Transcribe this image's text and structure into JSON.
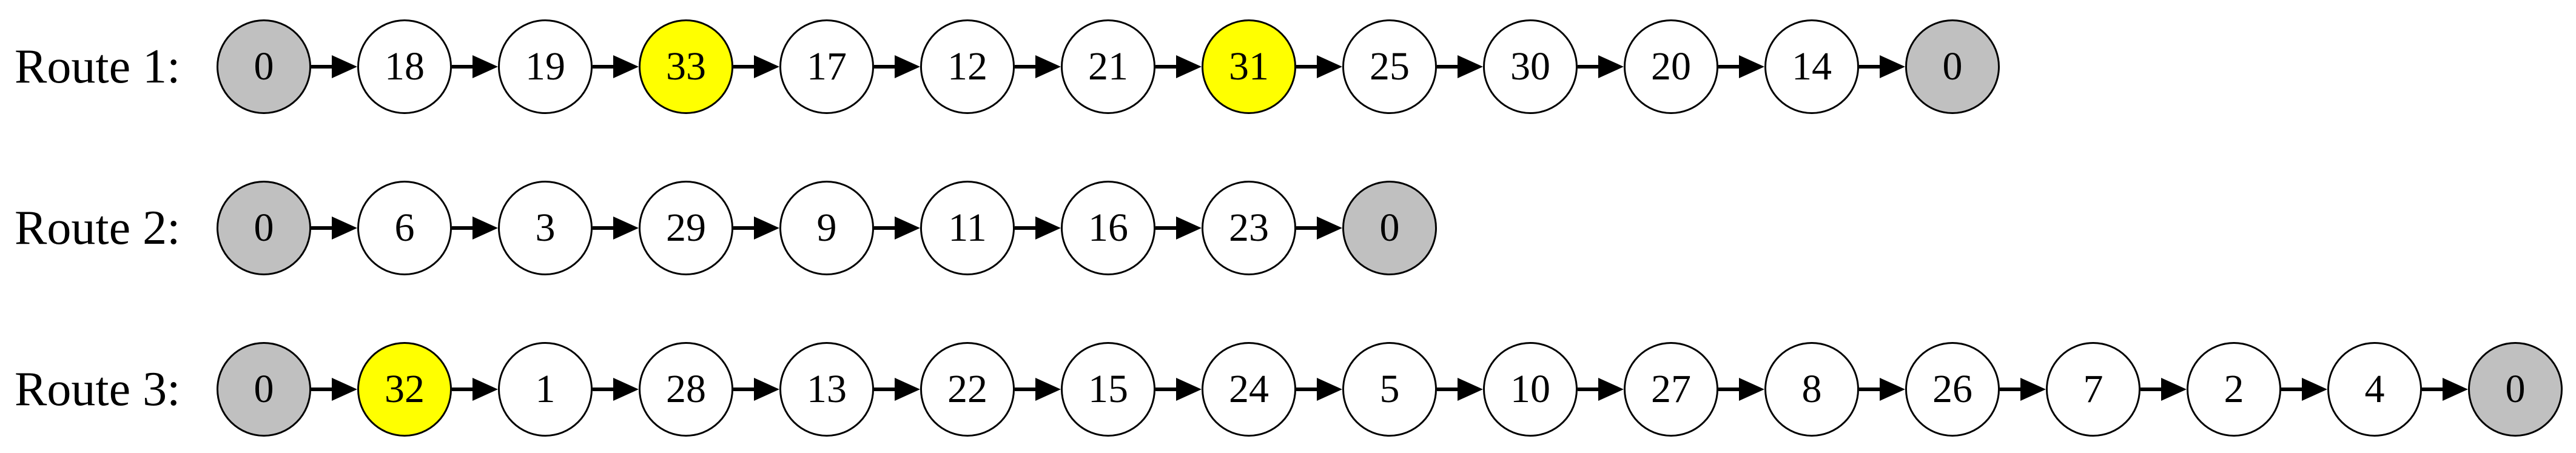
{
  "colors": {
    "background": "#ffffff",
    "stroke": "#000000",
    "depot": "#c0c0c0",
    "highlight": "#ffff00",
    "plain": "#ffffff"
  },
  "routes": [
    {
      "label": "Route 1:",
      "nodes": [
        {
          "v": "0",
          "fill": "depot"
        },
        {
          "v": "18",
          "fill": "plain"
        },
        {
          "v": "19",
          "fill": "plain"
        },
        {
          "v": "33",
          "fill": "highlight"
        },
        {
          "v": "17",
          "fill": "plain"
        },
        {
          "v": "12",
          "fill": "plain"
        },
        {
          "v": "21",
          "fill": "plain"
        },
        {
          "v": "31",
          "fill": "highlight"
        },
        {
          "v": "25",
          "fill": "plain"
        },
        {
          "v": "30",
          "fill": "plain"
        },
        {
          "v": "20",
          "fill": "plain"
        },
        {
          "v": "14",
          "fill": "plain"
        },
        {
          "v": "0",
          "fill": "depot"
        }
      ]
    },
    {
      "label": "Route 2:",
      "nodes": [
        {
          "v": "0",
          "fill": "depot"
        },
        {
          "v": "6",
          "fill": "plain"
        },
        {
          "v": "3",
          "fill": "plain"
        },
        {
          "v": "29",
          "fill": "plain"
        },
        {
          "v": "9",
          "fill": "plain"
        },
        {
          "v": "11",
          "fill": "plain"
        },
        {
          "v": "16",
          "fill": "plain"
        },
        {
          "v": "23",
          "fill": "plain"
        },
        {
          "v": "0",
          "fill": "depot"
        }
      ]
    },
    {
      "label": "Route 3:",
      "nodes": [
        {
          "v": "0",
          "fill": "depot"
        },
        {
          "v": "32",
          "fill": "highlight"
        },
        {
          "v": "1",
          "fill": "plain"
        },
        {
          "v": "28",
          "fill": "plain"
        },
        {
          "v": "13",
          "fill": "plain"
        },
        {
          "v": "22",
          "fill": "plain"
        },
        {
          "v": "15",
          "fill": "plain"
        },
        {
          "v": "24",
          "fill": "plain"
        },
        {
          "v": "5",
          "fill": "plain"
        },
        {
          "v": "10",
          "fill": "plain"
        },
        {
          "v": "27",
          "fill": "plain"
        },
        {
          "v": "8",
          "fill": "plain"
        },
        {
          "v": "26",
          "fill": "plain"
        },
        {
          "v": "7",
          "fill": "plain"
        },
        {
          "v": "2",
          "fill": "plain"
        },
        {
          "v": "4",
          "fill": "plain"
        },
        {
          "v": "0",
          "fill": "depot"
        }
      ]
    }
  ],
  "layout_row_tops": [
    32,
    298,
    564
  ]
}
